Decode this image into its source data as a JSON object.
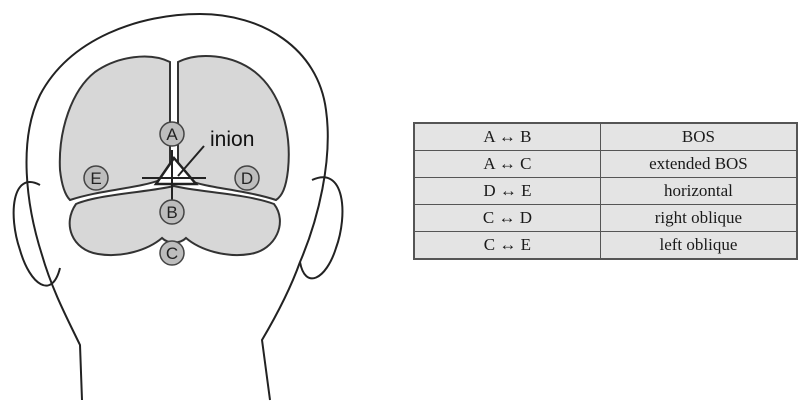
{
  "diagram": {
    "inion_label": "inion",
    "electrodes": [
      {
        "id": "A",
        "label": "A"
      },
      {
        "id": "B",
        "label": "B"
      },
      {
        "id": "C",
        "label": "C"
      },
      {
        "id": "D",
        "label": "D"
      },
      {
        "id": "E",
        "label": "E"
      }
    ]
  },
  "table": {
    "rows": [
      {
        "pair": "A ↔ B",
        "name": "BOS"
      },
      {
        "pair": "A ↔ C",
        "name": "extended BOS"
      },
      {
        "pair": "D ↔ E",
        "name": "horizontal"
      },
      {
        "pair": "C ↔ D",
        "name": "right oblique"
      },
      {
        "pair": "C ↔ E",
        "name": "left oblique"
      }
    ]
  }
}
